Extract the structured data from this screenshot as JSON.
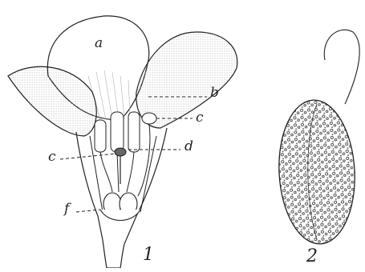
{
  "figure": {
    "labels": {
      "a": "a",
      "b": "b",
      "c1": "c",
      "c2": "c",
      "d": "d",
      "f": "f"
    },
    "numbers": {
      "fig1": "1",
      "fig2": "2"
    },
    "ink_color": "#222222",
    "stipple_color": "#555555"
  }
}
